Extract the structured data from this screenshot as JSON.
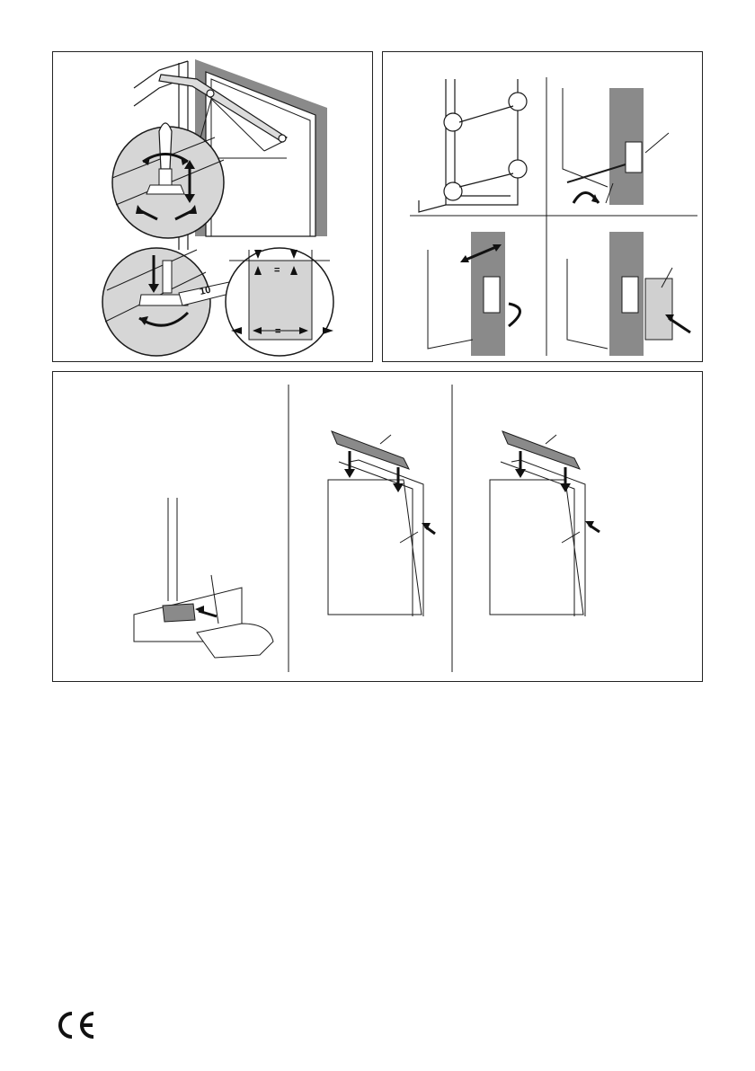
{
  "page": {
    "background": "#ffffff",
    "line_color": "#1a1a1a",
    "shade_color": "#d0d0d0",
    "dark_gray": "#7a7a7a"
  },
  "figures": {
    "fig1": {
      "equal_mark_top": "=",
      "equal_mark_bottom": "=",
      "wrench_size": "10"
    },
    "fig2": {
      "subfigures": 4
    },
    "fig3": {
      "subfigures": 3
    }
  },
  "marks": {
    "ce": "CE"
  }
}
